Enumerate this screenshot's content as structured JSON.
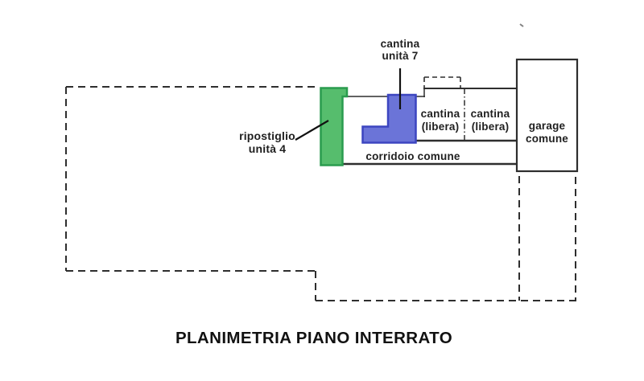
{
  "plan": {
    "title": "PLANIMETRIA PIANO INTERRATO",
    "rooms": {
      "ripostiglio": {
        "line1": "ripostiglio",
        "line2": "unità 4"
      },
      "cantina_unita7": {
        "line1": "cantina",
        "line2": "unità 7"
      },
      "cantina_libera_left": {
        "line1": "cantina",
        "line2": "(libera)"
      },
      "cantina_libera_right": {
        "line1": "cantina",
        "line2": "(libera)"
      },
      "corridoio": {
        "label": "corridoio comune"
      },
      "garage": {
        "line1": "garage",
        "line2": "comune"
      }
    },
    "colors": {
      "ripostiglio_fill": "#56bd6d",
      "ripostiglio_border": "#2a9c4e",
      "cantina7_fill": "#6b74d8",
      "cantina7_border": "#3c45c0",
      "wall": "#2e2e2e"
    }
  }
}
